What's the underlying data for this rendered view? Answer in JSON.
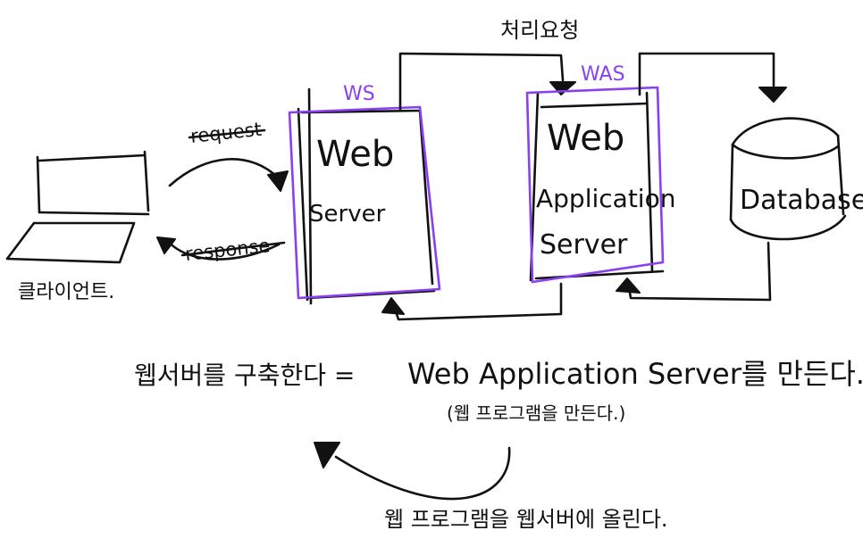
{
  "client": {
    "label": "클라이언트."
  },
  "arrows": {
    "request": "request",
    "response": "response"
  },
  "web_server": {
    "tag": "WS",
    "line1": "Web",
    "line2": "Server"
  },
  "was": {
    "tag": "WAS",
    "line1": "Web",
    "line2": "Application",
    "line3": "Server"
  },
  "database": {
    "label": "Database"
  },
  "processing_request": "처리요청",
  "note": {
    "main_prefix": "웹서버를 구축한다 =",
    "main_suffix": "Web Application Server를 만든다.",
    "paren": "(웹 프로그램을 만든다.)",
    "bottom": "웹 프로그램을 웹서버에 올린다."
  },
  "colors": {
    "ink": "#111111",
    "accent": "#8a3ff0",
    "background": "#ffffff"
  }
}
